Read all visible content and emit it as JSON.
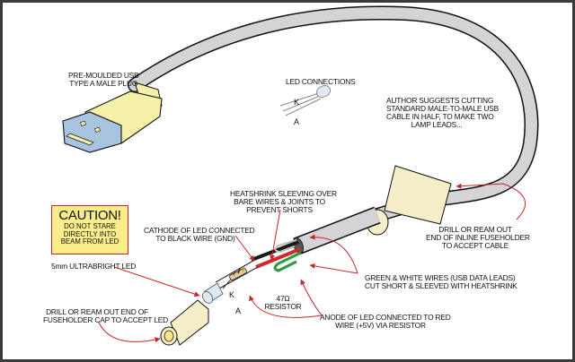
{
  "diagram": {
    "labels": {
      "usb_plug": [
        "PRE-MOULDED USB",
        "TYPE A MALE PLUG"
      ],
      "led_connections": "LED CONNECTIONS",
      "led_k": "K",
      "led_a": "A",
      "author_note": [
        "AUTHOR SUGGESTS CUTTING",
        "STANDARD MALE-TO-MALE USB",
        "CABLE IN HALF, TO MAKE TWO",
        "LAMP LEADS..."
      ],
      "heatshrink": [
        "HEATSHRINK SLEEVING OVER",
        "BARE WIRES & JOINTS TO",
        "PREVENT SHORTS"
      ],
      "cathode": [
        "CATHODE OF LED CONNECTED",
        "TO BLACK WIRE (GND)"
      ],
      "drill_inline": [
        "DRILL OR REAM OUT",
        "END OF INLINE FUSEHOLDER",
        "TO ACCEPT CABLE"
      ],
      "led_type": "5mm ULTRABRIGHT LED",
      "data_leads": [
        "GREEN & WHITE WIRES (USB DATA LEADS)",
        "CUT SHORT & SLEEVED WITH HEATSHRINK"
      ],
      "resistor": [
        "47Ω",
        "RESISTOR"
      ],
      "anode": [
        "ANODE OF LED CONNECTED TO RED",
        "WIRE (+5V) VIA RESISTOR"
      ],
      "drill_cap": [
        "DRILL OR REAM OUT END OF",
        "FUSEHOLDER CAP TO ACCEPT LED"
      ],
      "main_k": "K",
      "main_a": "A"
    },
    "caution": {
      "title": "CAUTION!",
      "lines": [
        "DO NOT STARE",
        "DIRECTLY INTO",
        "BEAM FROM LED"
      ]
    },
    "colors": {
      "cable": "#d4d4d6",
      "plug_yellow": "#f7f0a8",
      "plug_metal": "#a9c4e0",
      "fuseholder": "#f6eec9",
      "arrow_red": "#c8242b",
      "wire_red": "#d22a2a",
      "wire_green": "#2a9a3a",
      "wire_black": "#1a1a1a",
      "caution_bg": "#fbee8a"
    }
  }
}
